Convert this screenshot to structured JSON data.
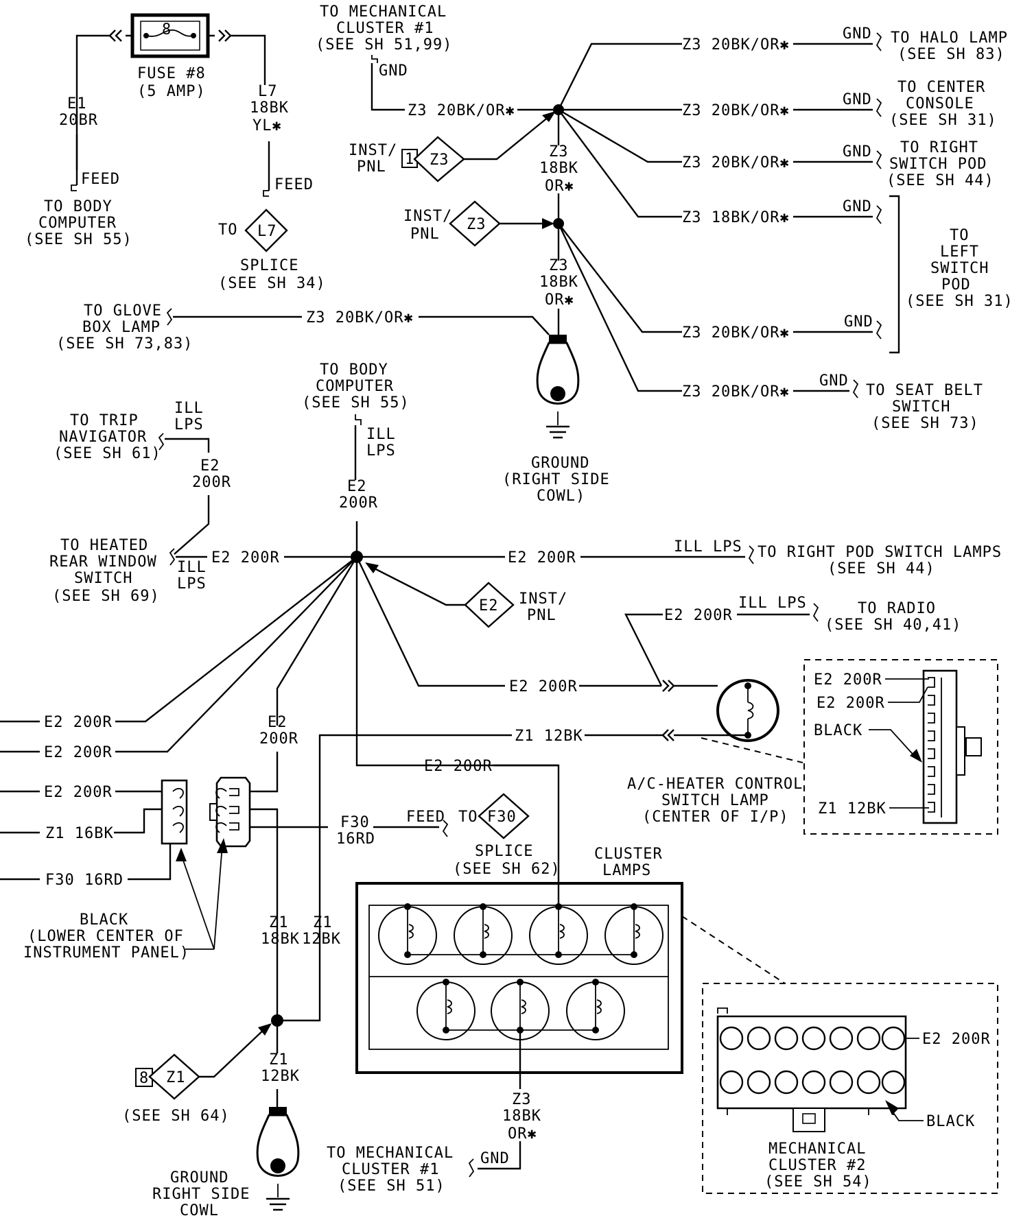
{
  "fuse": {
    "number": "8",
    "name": "FUSE #8",
    "rating": "(5 AMP)"
  },
  "circuits": {
    "e1_20br": [
      "E1",
      "20BR"
    ],
    "l7_18bk_yl": [
      "L7",
      "18BK",
      "YL✱"
    ],
    "z3_18bk_or": [
      "Z3",
      "18BK",
      "OR✱"
    ],
    "e2_20or": [
      "E2",
      "200R"
    ],
    "z1_18bk": [
      "Z1",
      "18BK"
    ],
    "z1_12bk": [
      "Z1",
      "12BK"
    ],
    "f30_16rd": [
      "F30",
      "16RD"
    ]
  },
  "labels": {
    "feed": "FEED",
    "gnd": "GND",
    "ill_lps": [
      "ILL",
      "LPS"
    ],
    "ill_lps_inline": "ILL LPS",
    "inst_pnl": [
      "INST/",
      "PNL"
    ],
    "to": "TO",
    "splice": "SPLICE",
    "z3_20bk_or": "Z3 20BK/OR✱",
    "z3_18bk_or_inline": "Z3 18BK/OR✱",
    "e2_20or_inline": "E2 200R",
    "z1_12bk_inline": "Z1 12BK",
    "z1_16bk_inline": "Z1 16BK",
    "f30_16rd_inline": "F30 16RD",
    "black": "BLACK"
  },
  "connectors": {
    "z3_1": {
      "id": "Z3",
      "pin": "1"
    },
    "z3_2": {
      "id": "Z3"
    },
    "l7": {
      "id": "L7"
    },
    "e2": {
      "id": "E2"
    },
    "f30": {
      "id": "F30"
    },
    "z1": {
      "id": "Z1",
      "pin": "8"
    }
  },
  "destinations": {
    "body_computer_1": [
      "TO BODY",
      "COMPUTER",
      "(SEE SH 55)"
    ],
    "l7_splice_ref": "(SEE SH 34)",
    "mech_cluster_top": [
      "TO MECHANICAL",
      "CLUSTER #1",
      "(SEE SH 51,99)"
    ],
    "halo_lamp": [
      "TO HALO LAMP",
      "(SEE SH 83)"
    ],
    "center_console": [
      "TO CENTER",
      "CONSOLE",
      "(SEE SH 31)"
    ],
    "right_switch_pod": [
      "TO RIGHT",
      "SWITCH POD",
      "(SEE SH 44)"
    ],
    "left_switch_pod": [
      "TO",
      "LEFT",
      "SWITCH",
      "POD",
      "(SEE SH 31)"
    ],
    "seat_belt": [
      "TO SEAT BELT",
      "SWITCH",
      "(SEE SH 73)"
    ],
    "glove_box": [
      "TO GLOVE",
      "BOX LAMP",
      "(SEE SH 73,83)"
    ],
    "ground_rsc_top": [
      "GROUND",
      "(RIGHT SIDE",
      "COWL)"
    ],
    "body_computer_2": [
      "TO BODY",
      "COMPUTER",
      "(SEE SH 55)"
    ],
    "trip_navigator": [
      "TO TRIP",
      "NAVIGATOR",
      "(SEE SH 61)"
    ],
    "heated_rear": [
      "TO HEATED",
      "REAR WINDOW",
      "SWITCH",
      "(SEE SH 69)"
    ],
    "right_pod_lamps": [
      "TO RIGHT POD SWITCH LAMPS",
      "(SEE SH 44)"
    ],
    "radio": [
      "TO RADIO",
      "(SEE SH 40,41)"
    ],
    "ac_heater": [
      "A/C-HEATER CONTROL",
      "SWITCH LAMP",
      "(CENTER OF I/P)"
    ],
    "f30_splice_ref": "(SEE SH 62)",
    "cluster_lamps": [
      "CLUSTER",
      "LAMPS"
    ],
    "black_lower_center": [
      "BLACK",
      "(LOWER CENTER OF",
      "INSTRUMENT PANEL)"
    ],
    "z1_ref": "(SEE SH 64)",
    "ground_rsc_bottom": [
      "GROUND",
      "RIGHT SIDE",
      "COWL"
    ],
    "mech_cluster_bottom": [
      "TO MECHANICAL",
      "CLUSTER #1",
      "(SEE SH 51)"
    ],
    "mech_cluster_2": [
      "MECHANICAL",
      "CLUSTER #2",
      "(SEE SH 54)"
    ]
  }
}
